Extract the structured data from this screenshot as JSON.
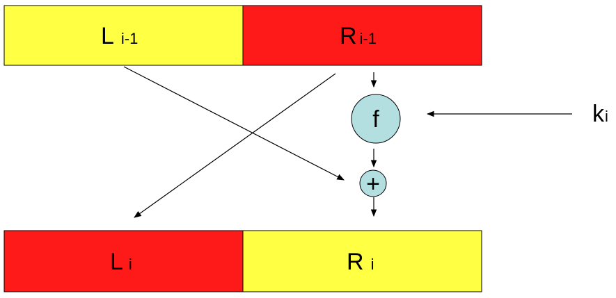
{
  "colors": {
    "yellow": "#ffff44",
    "red": "#ff1a1a",
    "node_fill": "#b3dfe0",
    "line": "#000000"
  },
  "top_row": {
    "left": {
      "main": "L",
      "sub": "i-1"
    },
    "right": {
      "main": "R",
      "sub": "i-1"
    }
  },
  "bottom_row": {
    "left": {
      "main": "L",
      "sub": "i"
    },
    "right": {
      "main": "R",
      "sub": "i"
    }
  },
  "function_node": {
    "label": "f"
  },
  "xor_node": {
    "label": "+"
  },
  "key": {
    "main": "k",
    "sub": "i"
  }
}
